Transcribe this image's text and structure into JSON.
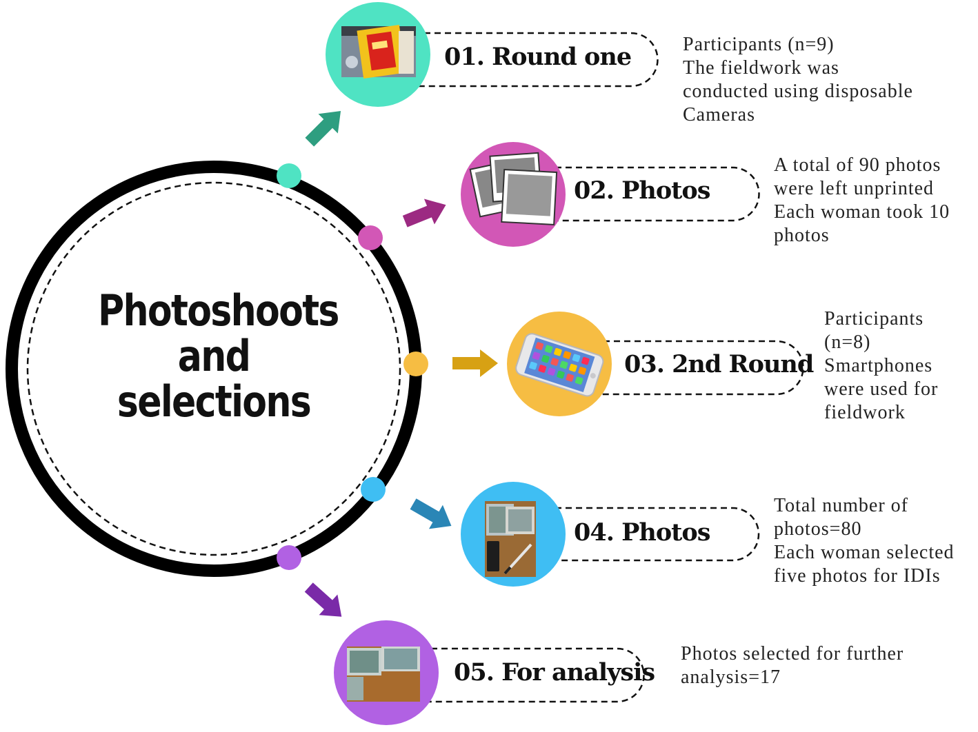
{
  "center": {
    "lines": [
      "Photoshoots",
      "and",
      "selections"
    ]
  },
  "colors": {
    "step1": "#4fe3c3",
    "step1_arrow": "#2e9e80",
    "step2": "#d257b6",
    "step2_arrow": "#9c2a82",
    "step3": "#f6bd43",
    "step3_arrow": "#d7a114",
    "step4": "#3fbef3",
    "step4_arrow": "#2a86b6",
    "step5": "#b161e3",
    "step5_arrow": "#7a2aa8"
  },
  "steps": [
    {
      "label": "01. Round one",
      "icon": "disposable-camera-photo",
      "desc": [
        "Participants (n=9)",
        "The fieldwork was",
        "conducted using disposable",
        "Cameras"
      ]
    },
    {
      "label": "02. Photos",
      "icon": "photo-prints-icon",
      "desc": [
        "A total of 90 photos",
        "were left unprinted",
        "Each woman took 10",
        "photos"
      ]
    },
    {
      "label": "03. 2nd Round",
      "icon": "smartphone-icon",
      "desc": [
        "Participants",
        "(n=8)",
        "Smartphones",
        "were used for",
        "fieldwork"
      ]
    },
    {
      "label": "04. Photos",
      "icon": "printed-photos-recorder-photo",
      "desc": [
        "Total number of",
        "photos=80",
        "Each woman selected",
        "five photos for IDIs"
      ]
    },
    {
      "label": "05. For analysis",
      "icon": "selected-photos-photo",
      "desc": [
        "Photos selected for further",
        "analysis=17"
      ]
    }
  ]
}
